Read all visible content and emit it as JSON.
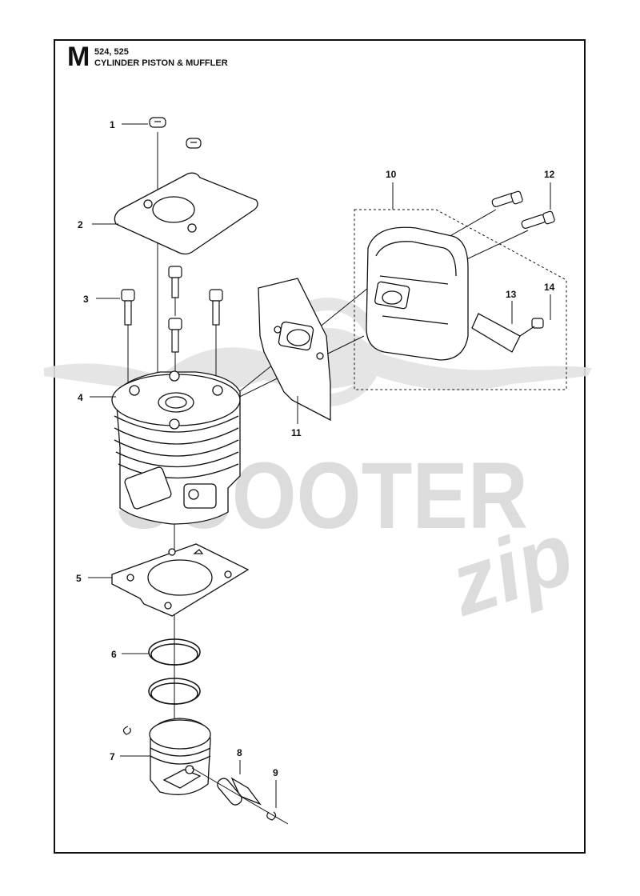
{
  "header": {
    "section_letter": "M",
    "models": "524, 525",
    "title": "CYLINDER PISTON & MUFFLER"
  },
  "callouts": [
    "1",
    "2",
    "3",
    "4",
    "5",
    "6",
    "7",
    "8",
    "9",
    "10",
    "11",
    "12",
    "13",
    "14"
  ],
  "watermark": {
    "brand": "SCOOTER",
    "suffix": "zip",
    "color": "#d9d9d9"
  },
  "colors": {
    "line": "#111111",
    "frame": "#111111"
  }
}
